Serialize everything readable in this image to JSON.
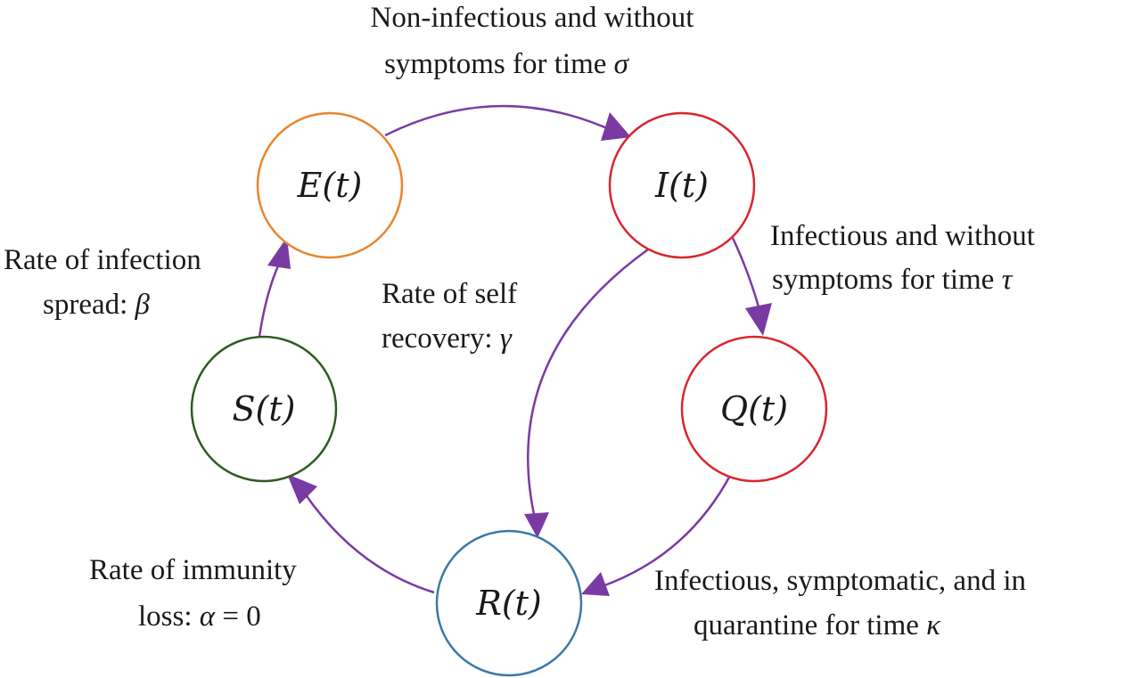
{
  "nodes": {
    "E": {
      "label": "E(t)",
      "color": "#e8862f"
    },
    "I": {
      "label": "I(t)",
      "color": "#d9262e"
    },
    "Q": {
      "label": "Q(t)",
      "color": "#d9262e"
    },
    "S": {
      "label": "S(t)",
      "color": "#2f5a22"
    },
    "R": {
      "label": "R(t)",
      "color": "#3b78a8"
    }
  },
  "edge_color": "#7a3aa3",
  "labels": {
    "e_to_i": {
      "line1": "Non-infectious and without",
      "line2_text": "symptoms for time ",
      "line2_symbol": "σ"
    },
    "i_to_q": {
      "line1": "Infectious and without",
      "line2_text": "symptoms for time ",
      "line2_symbol": "τ"
    },
    "s_to_e": {
      "line1": "Rate of infection",
      "line2_text": "spread: ",
      "line2_symbol": "β"
    },
    "i_to_r": {
      "line1": "Rate of self",
      "line2_text": "recovery: ",
      "line2_symbol": "γ"
    },
    "r_to_s": {
      "line1": "Rate of immunity",
      "line2_text": "loss: ",
      "line2_symbol": "α",
      "line2_suffix": " = 0"
    },
    "q_to_r": {
      "line1": "Infectious, symptomatic, and in",
      "line2_text": "quarantine for time ",
      "line2_symbol": "κ"
    }
  }
}
